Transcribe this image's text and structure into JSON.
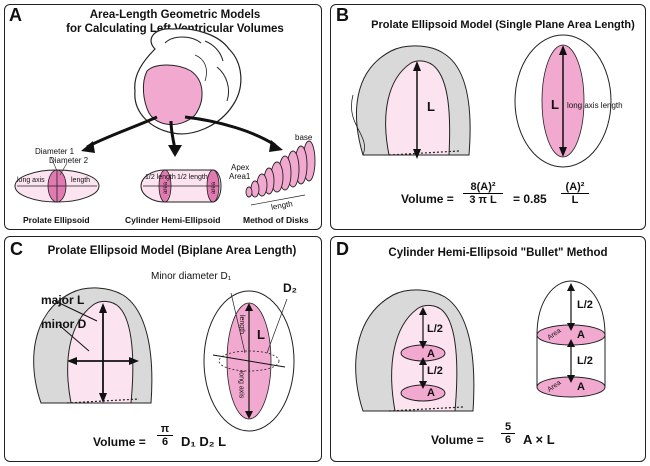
{
  "panelA": {
    "letter": "A",
    "title_line1": "Area-Length Geometric Models",
    "title_line2": "for Calculating Left Ventricular Volumes",
    "diameter1": "Diameter 1",
    "diameter2": "Diameter 2",
    "long_axis": "long axis",
    "length": "length",
    "half_length_left": "1/2 length",
    "half_length_right": "1/2 length",
    "area_a": "area",
    "area_b": "area",
    "apex": "Apex",
    "area1": "Area1",
    "base": "base",
    "disks_length": "length",
    "caption_prolate": "Prolate Ellipsoid",
    "caption_cylinder": "Cylinder Hemi-Ellipsoid",
    "caption_disks": "Method of Disks"
  },
  "panelB": {
    "letter": "B",
    "title": "Prolate Ellipsoid Model (Single Plane Area Length)",
    "L_heart": "L",
    "L_ellipse": "L",
    "long_axis_length": "long axis length",
    "volume_label": "Volume =",
    "numerator": "8(A)²",
    "denominator": "3 π L",
    "equals_coef": "= 0.85",
    "numerator2": "(A)²",
    "denominator2": "L"
  },
  "panelC": {
    "letter": "C",
    "title": "Prolate Ellipsoid Model (Biplane Area Length)",
    "major_L": "major L",
    "minor_D": "minor D",
    "minor_diameter": "Minor diameter D₁",
    "D2": "D₂",
    "L_ellipse": "L",
    "length_vert": "length",
    "long_axis_vert": "long axis",
    "volume_label": "Volume =",
    "numerator": "π",
    "denominator": "6",
    "rest": "D₁ D₂ L"
  },
  "panelD": {
    "letter": "D",
    "title": "Cylinder Hemi-Ellipsoid \"Bullet\" Method",
    "L2_heart_top": "L/2",
    "L2_heart_bottom": "L/2",
    "A_heart_top": "A",
    "A_heart_bottom": "A",
    "L2_bullet_top": "L/2",
    "L2_bullet_bottom": "L/2",
    "A_bullet_top": "A",
    "A_bullet_bottom": "A",
    "area_bullet_top": "Area",
    "area_bullet_bottom": "Area",
    "volume_label": "Volume =",
    "numerator": "5",
    "denominator": "6",
    "rest": "A × L"
  },
  "colors": {
    "pink_fill": "#f2a9cf",
    "pink_dark": "#e07ab1",
    "pink_light": "#fbe3ef",
    "heart_gray": "#d9d9d9",
    "outline": "#222222"
  }
}
